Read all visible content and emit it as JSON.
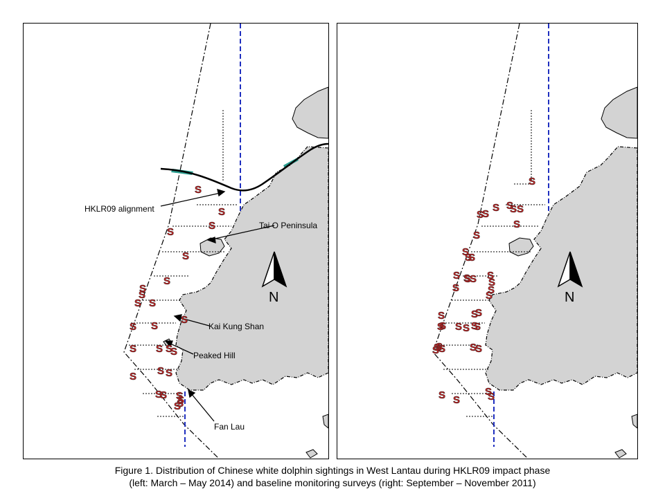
{
  "labels": {
    "hklr09_alignment": "HKLR09 alignment",
    "tai_o_peninsula": "Tai O Peninsula",
    "kai_kung_shan": "Kai Kung Shan",
    "peaked_hill": "Peaked Hill",
    "fan_lau": "Fan Lau"
  },
  "north_arrow_label": "N",
  "sighting_symbol": "S",
  "caption": {
    "line1": "Figure 1.  Distribution of Chinese white dolphin sightings in West Lantau during HKLR09 impact phase",
    "line2": "(left: March – May 2014) and baseline monitoring surveys (right: September – November 2011)"
  },
  "colors": {
    "land": "#d3d3d3",
    "sighting": "#cc2222",
    "boundary_dashed": "#1f2fbf",
    "alignment": "#000000",
    "alignment_fill": "#2a9d8f"
  },
  "icons": [
    "north-arrow-icon",
    "dolphin-sighting-icon"
  ]
}
